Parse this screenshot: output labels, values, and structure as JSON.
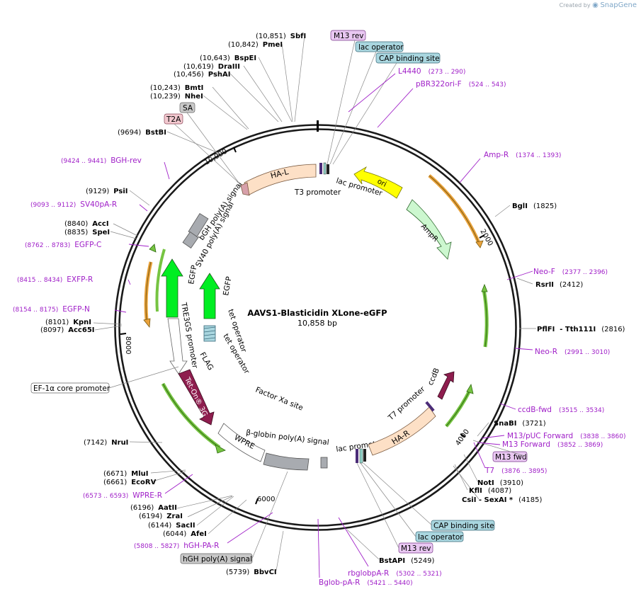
{
  "watermark": {
    "prefix": "Created by",
    "brand": "SnapGene"
  },
  "map": {
    "title": "AAVS1-Blasticidin XLone-eGFP",
    "length": "10,858 bp",
    "ticks": [
      "2000",
      "4000",
      "6000",
      "8000",
      "10,000"
    ]
  },
  "colors": {
    "site": "#000000",
    "primer": "#a020c8",
    "primer_box": "#e9c8f2",
    "protein_box": "#a9d6df",
    "grey_box": "#c8c8c8",
    "pink_box": "#f2c8cf",
    "arm": "#fde0c6",
    "ori": "#ffff00",
    "ampr": "#ccf7cf",
    "egfp": "#00ee22",
    "teton": "#8e1d4e",
    "polya": "#a8abb0",
    "cds_orange": "#e9a23b",
    "cds_green": "#76c442"
  },
  "sites": [
    {
      "pos": "(10,851)",
      "name": "SbfI"
    },
    {
      "pos": "(10,842)",
      "name": "PmeI"
    },
    {
      "pos": "(10,643)",
      "name": "BspEI"
    },
    {
      "pos": "(10,619)",
      "name": "DraIII"
    },
    {
      "pos": "(10,456)",
      "name": "PshAI"
    },
    {
      "pos": "(10,243)",
      "name": "BmtI"
    },
    {
      "pos": "(10,239)",
      "name": "NheI"
    },
    {
      "pos": "(9694)",
      "name": "BstBI"
    },
    {
      "pos": "(9129)",
      "name": "PsiI"
    },
    {
      "pos": "(8840)",
      "name": "AccI"
    },
    {
      "pos": "(8835)",
      "name": "SpeI"
    },
    {
      "pos": "(8101)",
      "name": "KpnI"
    },
    {
      "pos": "(8097)",
      "name": "Acc65I"
    },
    {
      "pos": "(7142)",
      "name": "NruI"
    },
    {
      "pos": "(6671)",
      "name": "MluI"
    },
    {
      "pos": "(6661)",
      "name": "EcoRV"
    },
    {
      "pos": "(6196)",
      "name": "AatII"
    },
    {
      "pos": "(6194)",
      "name": "ZraI"
    },
    {
      "pos": "(6144)",
      "name": "SacII"
    },
    {
      "pos": "(6044)",
      "name": "AfeI"
    },
    {
      "pos": "(5739)",
      "name": "BbvCI"
    },
    {
      "pos": "(5249)",
      "name": "BstAPI"
    },
    {
      "pos": "(4185)",
      "name": "CsiI  - SexAI *"
    },
    {
      "pos": "(4087)",
      "name": "KflI"
    },
    {
      "pos": "(3910)",
      "name": "NotI"
    },
    {
      "pos": "(3721)",
      "name": "SnaBI"
    },
    {
      "pos": "(2816)",
      "name": "PflFI  - Tth111I"
    },
    {
      "pos": "(2412)",
      "name": "RsrII"
    },
    {
      "pos": "(1825)",
      "name": "BglI"
    }
  ],
  "primers": [
    {
      "name": "L4440",
      "range": "(273 .. 290)"
    },
    {
      "name": "pBR322ori-F",
      "range": "(524 .. 543)"
    },
    {
      "name": "Amp-R",
      "range": "(1374 .. 1393)"
    },
    {
      "name": "Neo-F",
      "range": "(2377 .. 2396)"
    },
    {
      "name": "Neo-R",
      "range": "(2991 .. 3010)"
    },
    {
      "name": "ccdB-fwd",
      "range": "(3515 .. 3534)"
    },
    {
      "name": "M13/pUC Forward",
      "range": "(3838 .. 3860)"
    },
    {
      "name": "M13 Forward",
      "range": "(3852 .. 3869)"
    },
    {
      "name": "T7",
      "range": "(3876 .. 3895)"
    },
    {
      "name": "rbglobpA-R",
      "range": "(5302 .. 5321)"
    },
    {
      "name": "Bglob-pA-R",
      "range": "(5421 .. 5440)"
    },
    {
      "name": "hGH-PA-R",
      "range": "(5808 .. 5827)"
    },
    {
      "name": "WPRE-R",
      "range": "(6573 .. 6593)"
    },
    {
      "name": "EXFP-R",
      "range": "(8415 .. 8434)"
    },
    {
      "name": "EGFP-N",
      "range": "(8154 .. 8175)"
    },
    {
      "name": "EGFP-C",
      "range": "(8762 .. 8783)"
    },
    {
      "name": "SV40pA-R",
      "range": "(9093 .. 9112)"
    },
    {
      "name": "BGH-rev",
      "range": "(9424 .. 9441)"
    }
  ],
  "boxes": {
    "m13rev_top": "M13 rev",
    "lac_operator_top": "lac operator",
    "cap_top": "CAP binding site",
    "sa": "SA",
    "t2a": "T2A",
    "m13fwd": "M13 fwd",
    "cap_bottom": "CAP binding site",
    "lac_operator_bottom": "lac operator",
    "m13rev_bottom": "M13 rev",
    "hgh_polya": "hGH poly(A) signal",
    "ef1a": "EF-1α core promoter"
  },
  "features": {
    "ha_l": "HA-L",
    "ha_r": "HA-R",
    "t3": "T3 promoter",
    "lac_promoter_top": "lac promoter",
    "ori": "ori",
    "ampr": "AmpR",
    "bgh": "bGH poly(A) signal",
    "sv40": "SV40 poly(A) signal",
    "egfp_outer": "EGFP",
    "egfp_inner": "EGFP",
    "tre3gs": "TRE3GS promoter",
    "tet_op1": "tet operator",
    "tet_op2": "tet operator",
    "flag": "FLAG",
    "teton": "Tet-On® 3G",
    "factor_xa": "Factor Xa site",
    "bglobin": "β-globin poly(A) signal",
    "wpre": "WPRE",
    "lac_promoter_bottom": "lac promoter",
    "t7_promoter": "T7 promoter",
    "ccdb": "ccdB"
  }
}
